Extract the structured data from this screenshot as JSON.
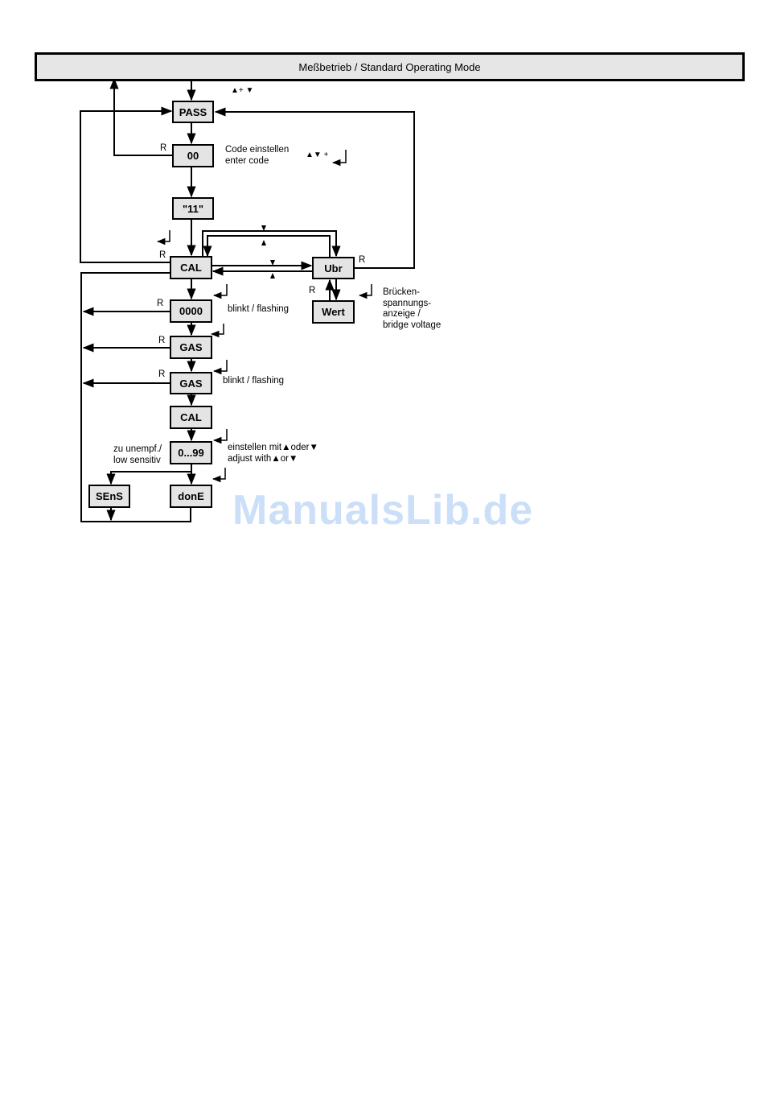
{
  "header": {
    "mode_label": "Meßbetrieb / Standard Operating Mode"
  },
  "keys_top": "▲+ ▼",
  "keys_code": "▲▼ +",
  "boxes": {
    "pass": "PASS",
    "code": "00",
    "eleven": "\"11\"",
    "cal": "CAL",
    "ubr": "Ubr",
    "wert": "Wert",
    "zeros": "0000",
    "gas1": "GAS",
    "gas2": "GAS",
    "cal2": "CAL",
    "range": "0...99",
    "sens": "SEnS",
    "done": "donE"
  },
  "notes": {
    "code_line1": "Code einstellen",
    "code_line2": "enter code",
    "blink1": "blinkt / flashing",
    "blink2": "blinkt / flashing",
    "bridge_line1": "Brücken-",
    "bridge_line2": "spannungs-",
    "bridge_line3": "anzeige /",
    "bridge_line4": "bridge voltage",
    "adjust_line1": "einstellen mit▲oder▼",
    "adjust_line2": "adjust with▲or▼",
    "sens_line1": "zu unempf./",
    "sens_line2": "low sensitiv"
  },
  "reset_label": "R",
  "watermark": "ManualsLib.de"
}
